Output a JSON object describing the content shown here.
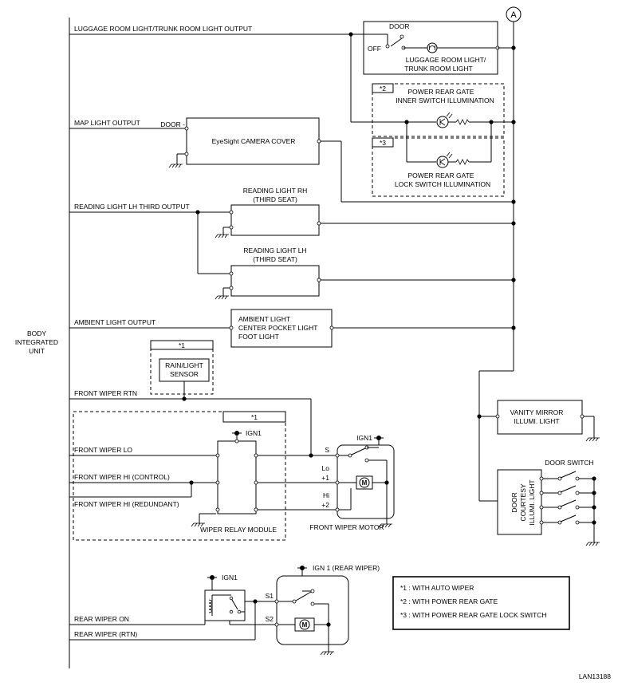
{
  "connector": "A",
  "unit": {
    "line1": "BODY",
    "line2": "INTEGRATED",
    "line3": "UNIT"
  },
  "outputs": {
    "luggage": "LUGGAGE ROOM LIGHT/TRUNK ROOM LIGHT OUTPUT",
    "map": "MAP LIGHT OUTPUT",
    "reading_lh_third": "READING LIGHT LH THIRD OUTPUT",
    "ambient": "AMBIENT LIGHT OUTPUT",
    "front_wiper_rtn": "FRONT WIPER RTN",
    "front_wiper_lo": "FRONT WIPER LO",
    "front_wiper_hi_control": "FRONT WIPER HI (CONTROL)",
    "front_wiper_hi_redundant": "FRONT WIPER HI (REDUNDANT)",
    "rear_wiper_on": "REAR WIPER ON",
    "rear_wiper_rtn": "REAR WIPER (RTN)"
  },
  "luggage_box": {
    "door": "DOOR",
    "off": "OFF",
    "line1": "LUGGAGE ROOM LIGHT/",
    "line2": "TRUNK ROOM LIGHT"
  },
  "inner_switch": {
    "tag": "*2",
    "line1": "POWER REAR GATE",
    "line2": "INNER SWITCH ILLUMINATION"
  },
  "lock_switch": {
    "tag": "*3",
    "line1": "POWER REAR GATE",
    "line2": "LOCK SWITCH ILLUMINATION"
  },
  "camera_cover": {
    "label": "EyeSight CAMERA COVER",
    "door": "DOOR -"
  },
  "reading_rh": {
    "line1": "READING LIGHT RH",
    "line2": "(THIRD SEAT)"
  },
  "reading_lh": {
    "line1": "READING LIGHT LH",
    "line2": "(THIRD SEAT)"
  },
  "ambient_box": {
    "line1": "AMBIENT LIGHT",
    "line2": "CENTER POCKET LIGHT",
    "line3": "FOOT LIGHT"
  },
  "rain_sensor": {
    "tag": "*1",
    "line1": "RAIN/LIGHT",
    "line2": "SENSOR"
  },
  "relay_module": {
    "tag": "*1",
    "ign": "IGN1",
    "label": "WIPER RELAY MODULE"
  },
  "front_motor": {
    "ign": "IGN1",
    "s": "S",
    "lo": "Lo",
    "lo2": "+1",
    "hi": "Hi",
    "hi2": "+2",
    "label": "FRONT WIPER MOTOR",
    "m": "M"
  },
  "rear_relay": {
    "ign": "IGN1"
  },
  "rear_motor": {
    "ign": "IGN 1 (REAR WIPER)",
    "s1": "S1",
    "s2": "S2",
    "m": "M"
  },
  "vanity": {
    "line1": "VANITY MIRROR",
    "line2": "ILLUMI. LIGHT"
  },
  "door_switch": {
    "label": "DOOR SWITCH",
    "courtesy1": "DOOR",
    "courtesy2": "COURTESY",
    "courtesy3": "ILLUMI. LIGHT"
  },
  "legend": {
    "n1": "*1 : WITH AUTO WIPER",
    "n2": "*2 : WITH POWER REAR GATE",
    "n3": "*3 : WITH POWER REAR GATE LOCK SWITCH"
  },
  "code": "LAN13188"
}
